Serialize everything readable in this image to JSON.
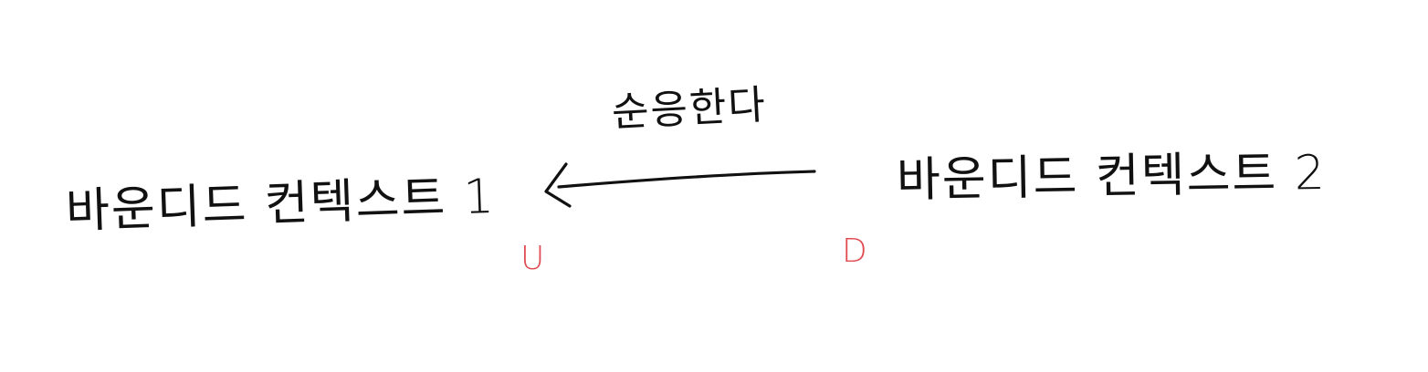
{
  "diagram": {
    "left_context": {
      "label": "바운디드  컨텍스트 1",
      "role_marker": "U"
    },
    "right_context": {
      "label": "바운디드  컨텍스트 2",
      "role_marker": "D"
    },
    "relationship": {
      "label": "순응한다",
      "direction": "from-right-to-left"
    },
    "colors": {
      "ink": "#111111",
      "marker": "#e04b52",
      "background": "#ffffff"
    }
  }
}
